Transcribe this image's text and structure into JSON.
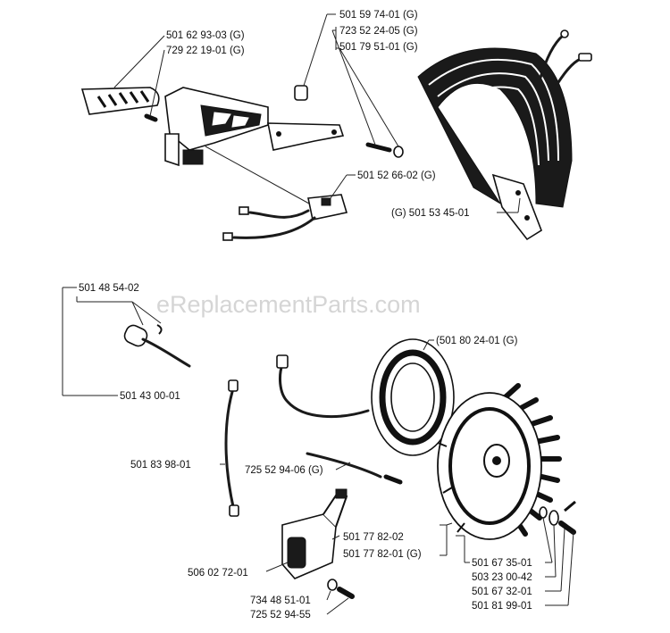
{
  "watermark": "eReplacementParts.com",
  "labels": {
    "p_501_62_93_03": "501 62 93-03 (G)",
    "p_729_22_19_01": "729 22 19-01 (G)",
    "p_501_59_74_01": "501 59 74-01 (G)",
    "p_723_52_24_05": "723 52 24-05 (G)",
    "p_501_79_51_01": "501 79 51-01 (G)",
    "p_501_52_66_02": "501 52 66-02 (G)",
    "p_501_53_45_01": "(G) 501 53 45-01",
    "p_501_48_54_02": "501 48 54-02",
    "p_501_43_00_01": "501 43 00-01",
    "p_501_80_24_01": "(501 80 24-01 (G)",
    "p_501_83_98_01": "501 83 98-01",
    "p_725_52_94_06": "725 52 94-06 (G)",
    "p_501_77_82_02": "501 77 82-02",
    "p_501_77_82_01": "501 77 82-01 (G)",
    "p_506_02_72_01": "506 02 72-01",
    "p_734_48_51_01": "734 48 51-01",
    "p_725_52_94_55": "725 52 94-55",
    "p_501_67_35_01": "501 67 35-01",
    "p_503_23_00_42": "503 23 00-42",
    "p_501_67_32_01": "501 67 32-01",
    "p_501_81_99_01": "501 81 99-01"
  }
}
